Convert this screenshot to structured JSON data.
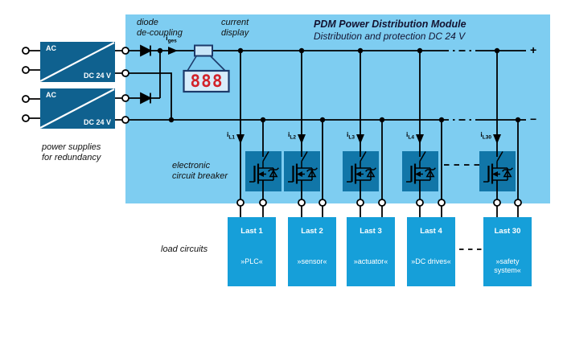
{
  "header": {
    "title": "PDM Power Distribution Module",
    "subtitle": "Distribution and protection DC 24 V"
  },
  "labels": {
    "diode_decoupling": "diode\nde-coupling",
    "current_display": "current\ndisplay",
    "electronic_breaker": "electronic\ncircuit breaker",
    "power_supplies": "power supplies\nfor redundancy",
    "load_circuits": "load circuits",
    "bus_plus": "+",
    "bus_minus": "−"
  },
  "currents": {
    "total": {
      "base": "i",
      "sub": "ges"
    },
    "branches": [
      {
        "base": "i",
        "sub": "L1"
      },
      {
        "base": "i",
        "sub": "L2"
      },
      {
        "base": "i",
        "sub": "L3"
      },
      {
        "base": "i",
        "sub": "L4"
      },
      {
        "base": "i",
        "sub": "L30"
      }
    ]
  },
  "display": {
    "value": "888"
  },
  "supplies": [
    {
      "input_label": "AC",
      "output_label": "DC 24 V"
    },
    {
      "input_label": "AC",
      "output_label": "DC 24 V"
    }
  ],
  "loads": [
    {
      "name": "Last 1",
      "type": "»PLC«"
    },
    {
      "name": "Last 2",
      "type": "»sensor«"
    },
    {
      "name": "Last 3",
      "type": "»actuator«"
    },
    {
      "name": "Last 4",
      "type": "»DC drives«"
    },
    {
      "name": "Last 30",
      "type": "»safety\nsystem«"
    }
  ],
  "colors": {
    "panel": "#7ecdf1",
    "supply_box": "#0f618f",
    "breaker_box": "#1176a8",
    "load_box": "#169fd9",
    "display_digits": "#d2232a",
    "display_frame": "#1c3a6a",
    "wire": "#000000"
  }
}
